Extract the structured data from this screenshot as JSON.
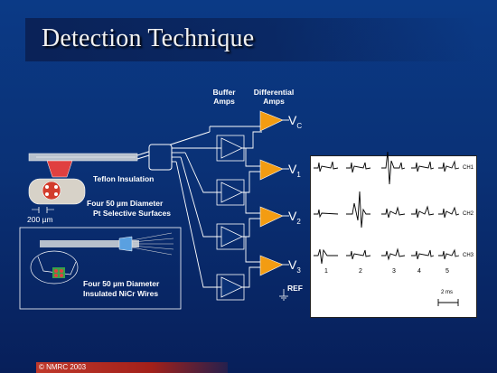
{
  "title": "Detection Technique",
  "headers": {
    "buffer": "Buffer\nAmps",
    "differential": "Differential\nAmps"
  },
  "labels": {
    "teflon": "Teflon Insulation",
    "pt_line1": "Four 50 µm Diameter",
    "pt_line2": "Pt Selective Surfaces",
    "scale": "200 µm",
    "nicr_line1": "Four 50  µm Diameter",
    "nicr_line2": "Insulated NiCr Wires",
    "ref": "REF"
  },
  "outputs": [
    {
      "base": "V",
      "sub": "C"
    },
    {
      "base": "V",
      "sub": "1"
    },
    {
      "base": "V",
      "sub": "2"
    },
    {
      "base": "V",
      "sub": "3"
    }
  ],
  "traces": {
    "channels": [
      "CH1",
      "CH2",
      "CH3"
    ],
    "event_numbers": [
      "1",
      "2",
      "3",
      "4",
      "5"
    ],
    "scale_label": "2 ms"
  },
  "colors": {
    "background": "#0a3176",
    "amp_orange": "#f39c12",
    "footer_red": "#c0392b"
  },
  "footer": "© NMRC 2003"
}
